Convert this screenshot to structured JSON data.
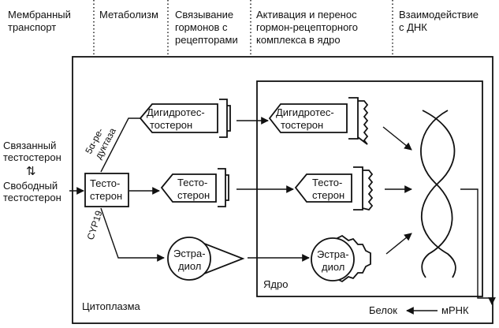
{
  "header": {
    "col1": [
      "Мембранный",
      "транспорт"
    ],
    "col2": [
      "Метаболизм"
    ],
    "col3": [
      "Связывание",
      "гормонов с",
      "рецепторами"
    ],
    "col4": [
      "Активация и перенос",
      "гормон-рецепторного",
      "комплекса в ядро"
    ],
    "col5": [
      "Взаимодействие",
      "с ДНК"
    ]
  },
  "left": {
    "bound": [
      "Связанный",
      "тестостерон"
    ],
    "free": [
      "Свободный",
      "тестостерон"
    ],
    "exchange_symbol": "⇅"
  },
  "cell": {
    "cytoplasm_label": "Цитоплазма",
    "nucleus_label": "Ядро"
  },
  "hormones": {
    "testosterone_box": [
      "Тесто-",
      "стерон"
    ],
    "dht_cytoplasm": [
      "Дигидротес-",
      "тостерон"
    ],
    "testosterone_cytoplasm": [
      "Тесто-",
      "стерон"
    ],
    "estradiol_cytoplasm": [
      "Эстра-",
      "диол"
    ],
    "dht_nucleus": [
      "Дигидротес-",
      "тостерон"
    ],
    "testosterone_nucleus": [
      "Тесто-",
      "стерон"
    ],
    "estradiol_nucleus": [
      "Эстра-",
      "диол"
    ]
  },
  "enzymes": {
    "reductase": [
      "5α-ре-",
      "дуктаза"
    ],
    "cyp19": "CYP19"
  },
  "output": {
    "protein": "Белок",
    "mrna": "мРНК"
  }
}
